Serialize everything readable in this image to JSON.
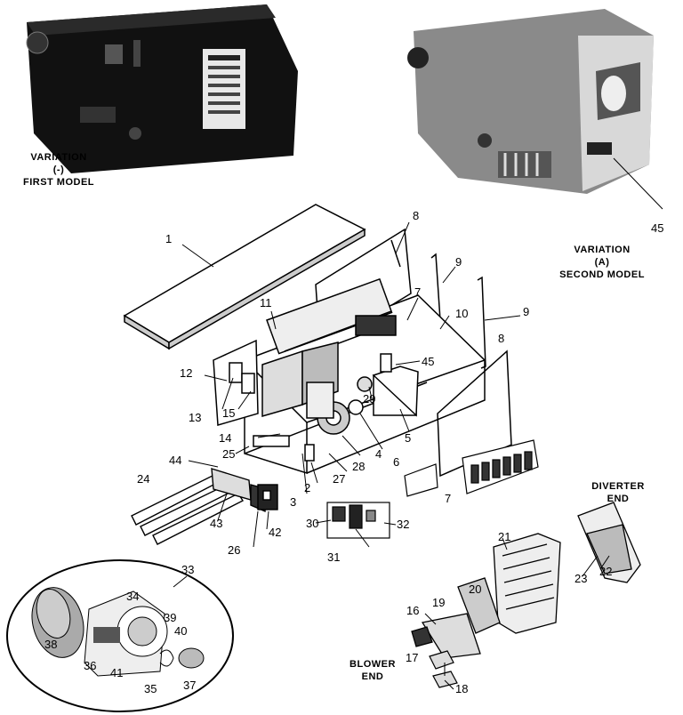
{
  "captions": {
    "first_model": [
      "VARIATION",
      "(-)",
      "FIRST MODEL"
    ],
    "second_model": [
      "VARIATION",
      "(A)",
      "SECOND MODEL"
    ],
    "diverter_end": [
      "DIVERTER",
      "END"
    ],
    "blower_end": [
      "BLOWER",
      "END"
    ]
  },
  "callouts": {
    "c1": "1",
    "c2": "2",
    "c3": "3",
    "c4": "4",
    "c5": "5",
    "c6": "6",
    "c7a": "7",
    "c7b": "7",
    "c8a": "8",
    "c8b": "8",
    "c9a": "9",
    "c9b": "9",
    "c10": "10",
    "c11": "11",
    "c12": "12",
    "c13": "13",
    "c14": "14",
    "c15": "15",
    "c16": "16",
    "c17": "17",
    "c18": "18",
    "c19": "19",
    "c20": "20",
    "c21": "21",
    "c22": "22",
    "c23": "23",
    "c24": "24",
    "c25": "25",
    "c26": "26",
    "c27": "27",
    "c28": "28",
    "c29": "29",
    "c30": "30",
    "c31": "31",
    "c32": "32",
    "c33": "33",
    "c34": "34",
    "c35": "35",
    "c36": "36",
    "c37": "37",
    "c38": "38",
    "c39": "39",
    "c40": "40",
    "c41": "41",
    "c42": "42",
    "c43": "43",
    "c44": "44",
    "c45a": "45",
    "c45b": "45"
  }
}
